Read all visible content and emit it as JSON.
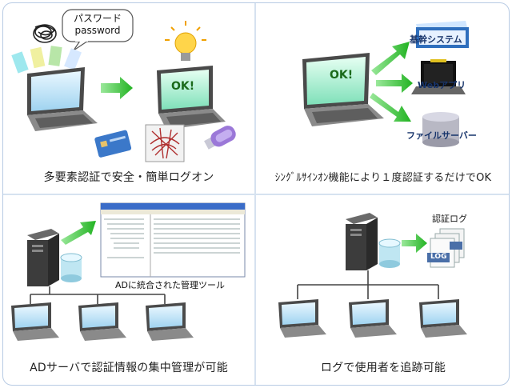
{
  "panels": {
    "p1": {
      "caption": "多要素認証で安全・簡単ログオン",
      "bubble_line1": "パスワード",
      "bubble_line2": "password",
      "screen_text": "OK!"
    },
    "p2": {
      "caption": "ｼﾝｸﾞﾙｻｲﾝｵﾝ機能により１度認証するだけでOK",
      "screen_text": "OK!",
      "targets": [
        "基幹システム",
        "Webアプリ",
        "ファイルサーバー"
      ]
    },
    "p3": {
      "caption": "ADサーバで認証情報の集中管理が可能",
      "tool_label": "ADに統合された管理ツール"
    },
    "p4": {
      "caption": "ログで使用者を追跡可能",
      "log_label": "認証ログ",
      "log_file_text": "LOG"
    }
  },
  "colors": {
    "frame": "#b7cbe4",
    "arrow": "#3cc43c",
    "ok_text": "#1b6a1b",
    "label_text": "#17346b"
  }
}
